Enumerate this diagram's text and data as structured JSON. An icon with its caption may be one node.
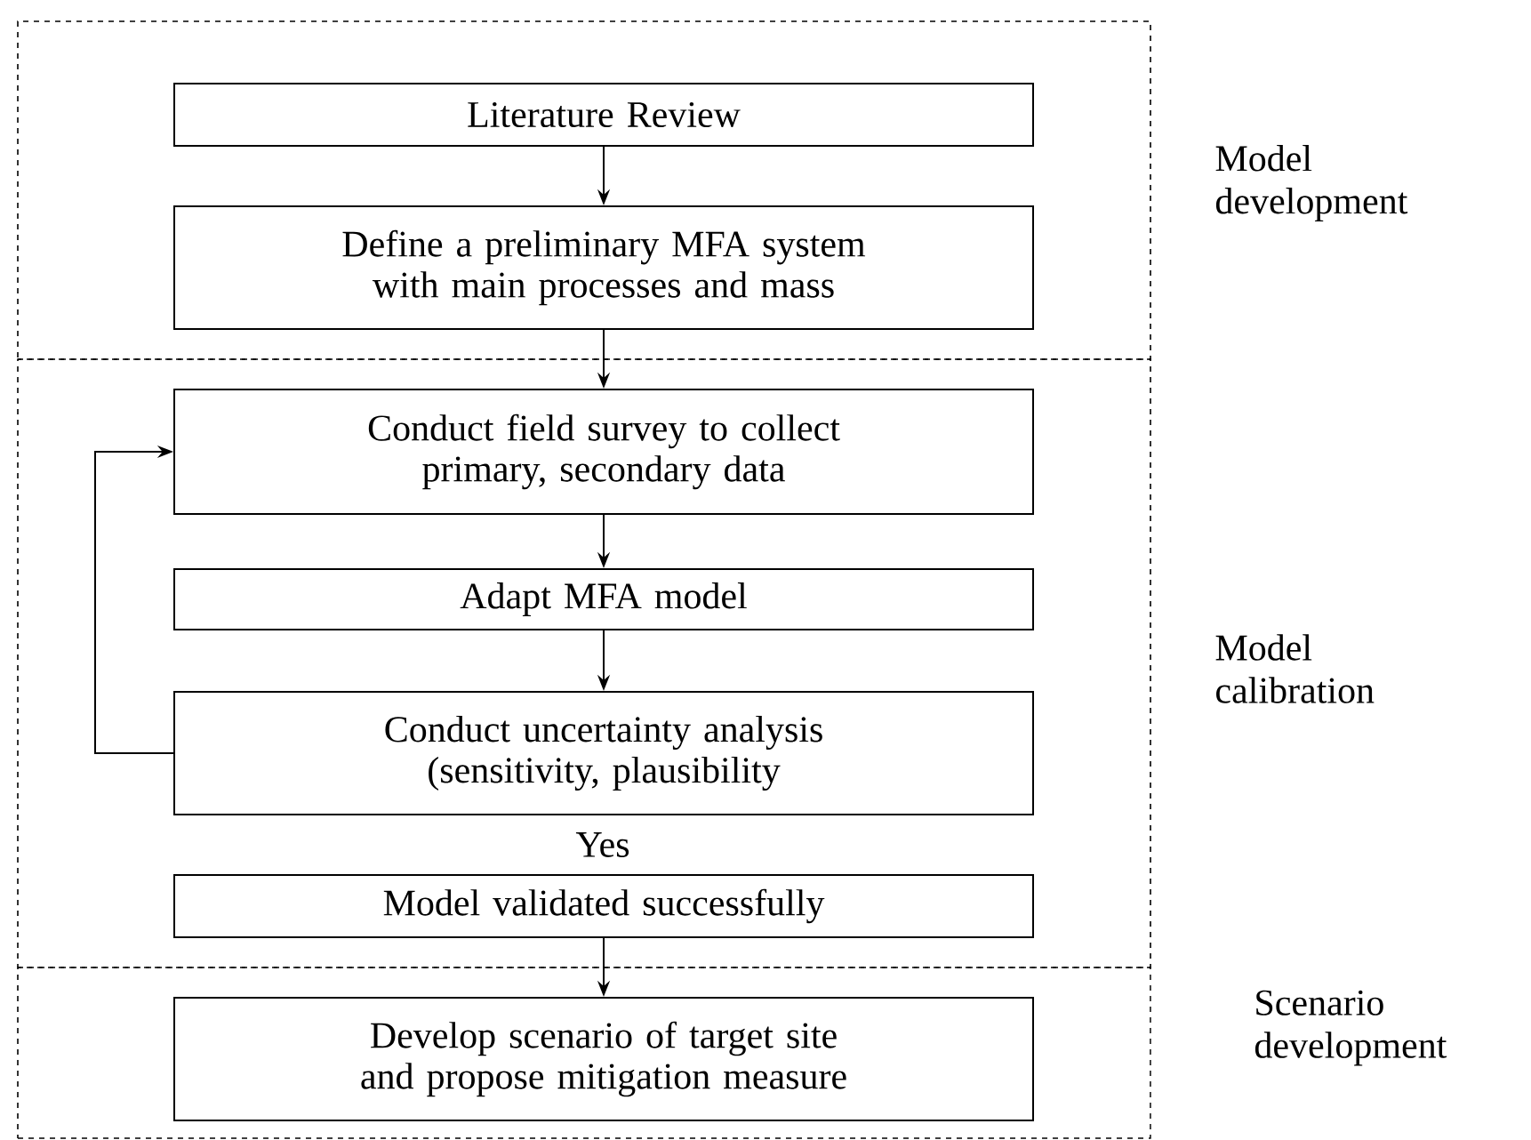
{
  "diagram": {
    "nodes": [
      {
        "text": [
          "Model development"
        ]
      },
      {
        "text": [
          "Literature Review"
        ],
        "in": 0
      },
      {
        "text": [
          "Define a preliminary MFA system with main processes and mass"
        ],
        "in": 0
      },
      {
        "text": [
          "Model calibration"
        ]
      },
      {
        "text": [
          "Conduct field survey to collect primary, secondary data"
        ],
        "in": 3
      },
      {
        "text": [
          "Adapt MFA model"
        ],
        "in": 3
      },
      {
        "text": [
          "Conduct uncertainty analysis (sensitivity, plausibility"
        ],
        "in": 3
      },
      {
        "text": [
          "Model validated successfully"
        ],
        "in": 3
      },
      {
        "text": [
          "Scenario development"
        ]
      },
      {
        "text": [
          "Develop scenario of target site and propose mitigation measure"
        ],
        "in": 8
      }
    ],
    "edges": [
      {
        "from": 1,
        "to": 2,
        "arrow": "to"
      },
      {
        "from": 2,
        "to": 4,
        "arrow": "to"
      },
      {
        "from": 4,
        "to": 5,
        "arrow": "to"
      },
      {
        "from": 5,
        "to": 6,
        "arrow": "to"
      },
      {
        "from": 6,
        "to": 4,
        "arrow": "to"
      },
      {
        "from": 7,
        "to": 9,
        "arrow": "to"
      }
    ],
    "labels": [
      "Yes"
    ]
  }
}
